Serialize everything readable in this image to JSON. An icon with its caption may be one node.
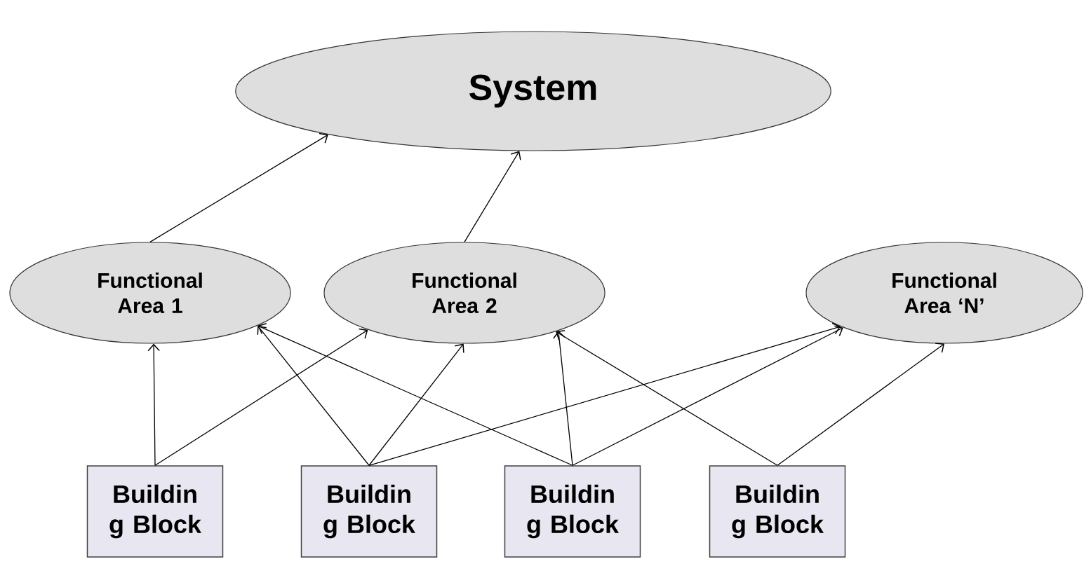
{
  "diagram": {
    "nodes": [
      {
        "text": [
          "System"
        ]
      },
      {
        "text": [
          "Functional Area 1"
        ]
      },
      {
        "text": [
          "Functional Area 2"
        ]
      },
      {
        "text": [
          "Functional Area ‘N’"
        ]
      },
      {
        "text": [
          "Buildin g Block"
        ]
      },
      {
        "text": [
          "Buildin g Block"
        ]
      },
      {
        "text": [
          "Buildin g Block"
        ]
      },
      {
        "text": [
          "Buildin g Block"
        ]
      }
    ],
    "edges": [
      {
        "from": 1,
        "to": 0,
        "arrow": "to"
      },
      {
        "from": 2,
        "to": 0,
        "arrow": "to"
      },
      {
        "from": 4,
        "to": 1,
        "arrow": "to"
      },
      {
        "from": 4,
        "to": 2,
        "arrow": "to"
      },
      {
        "from": 5,
        "to": 1,
        "arrow": "to"
      },
      {
        "from": 5,
        "to": 2,
        "arrow": "to"
      },
      {
        "from": 5,
        "to": 3,
        "arrow": "to"
      },
      {
        "from": 6,
        "to": 1,
        "arrow": "to"
      },
      {
        "from": 6,
        "to": 2,
        "arrow": "to"
      },
      {
        "from": 6,
        "to": 3,
        "arrow": "to"
      },
      {
        "from": 7,
        "to": 2,
        "arrow": "to"
      },
      {
        "from": 7,
        "to": 3,
        "arrow": "to"
      }
    ]
  }
}
